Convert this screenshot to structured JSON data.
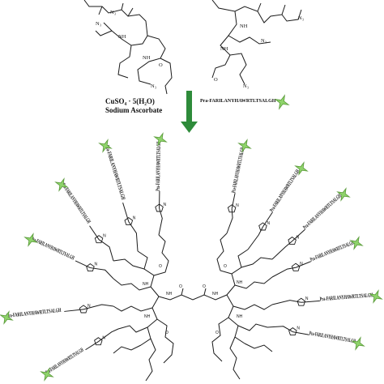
{
  "reaction": {
    "reagent_line1": "CuSO₄ · 5(H₂O)",
    "reagent_line2": "Sodium Ascorbate",
    "peptide_label": "Pra-FARILANYHAWRTLTSALGH",
    "arrow_color": "#2e8b3a"
  },
  "top_structure": {
    "azide_label": "N₃",
    "nh_label": "NH",
    "o_label": "O",
    "n_label": "N"
  },
  "product": {
    "peptide_label": "Pra-FARILANYHAWRTLTSALGH",
    "star_color": "#8fd46b",
    "star_edge": "#5a9a3a",
    "n_label": "N",
    "nh_label": "NH",
    "o_label": "O"
  }
}
